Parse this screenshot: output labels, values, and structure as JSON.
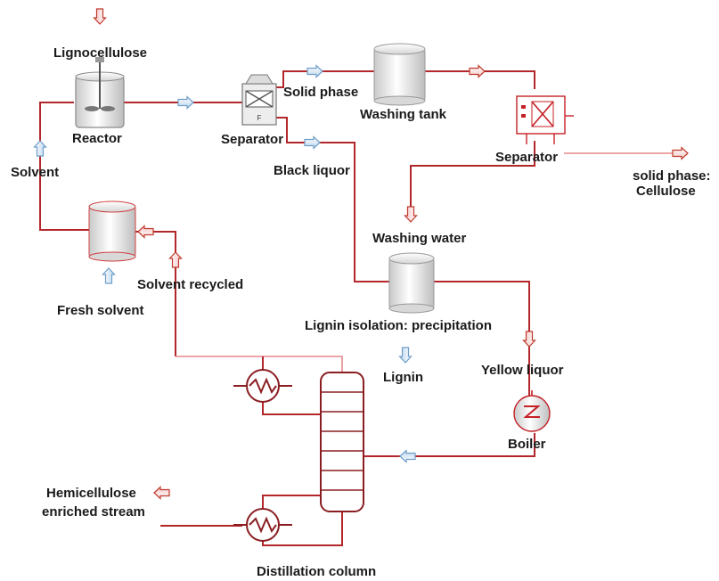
{
  "labels": {
    "lignocellulose": "Lignocellulose",
    "reactor": "Reactor",
    "separator_1": "Separator",
    "solid_phase": "Solid phase",
    "washing_tank": "Washing tank",
    "separator_2": "Separator",
    "solid_phase_cellulose_line1": "solid phase:",
    "solid_phase_cellulose_line2": "Cellulose",
    "solvent": "Solvent",
    "black_liquor": "Black liquor",
    "washing_water": "Washing water",
    "solvent_recycled": "Solvent recycled",
    "fresh_solvent": "Fresh solvent",
    "lignin_isolation": "Lignin isolation: precipitation",
    "lignin": "Lignin",
    "yellow_liquor": "Yellow liquor",
    "boiler": "Boiler",
    "hemicellulose_line1": "Hemicellulose",
    "hemicellulose_line2": "enriched stream",
    "distillation_column": "Distillation column",
    "separator_mark": "F"
  },
  "colors": {
    "pipe": "#b3262a",
    "pipe_light": "#e5898c",
    "equipment_outline": "#c42126",
    "arrow_blue": "#6f9ec9",
    "arrow_red": "#c0392b"
  },
  "icons": [
    "reactor-icon",
    "separator-icon",
    "washing-tank-icon",
    "separator-red-icon",
    "solvent-tank-icon",
    "precipitation-tank-icon",
    "boiler-icon",
    "heat-exchanger-icon",
    "distillation-column-icon",
    "flow-arrow-icon"
  ]
}
